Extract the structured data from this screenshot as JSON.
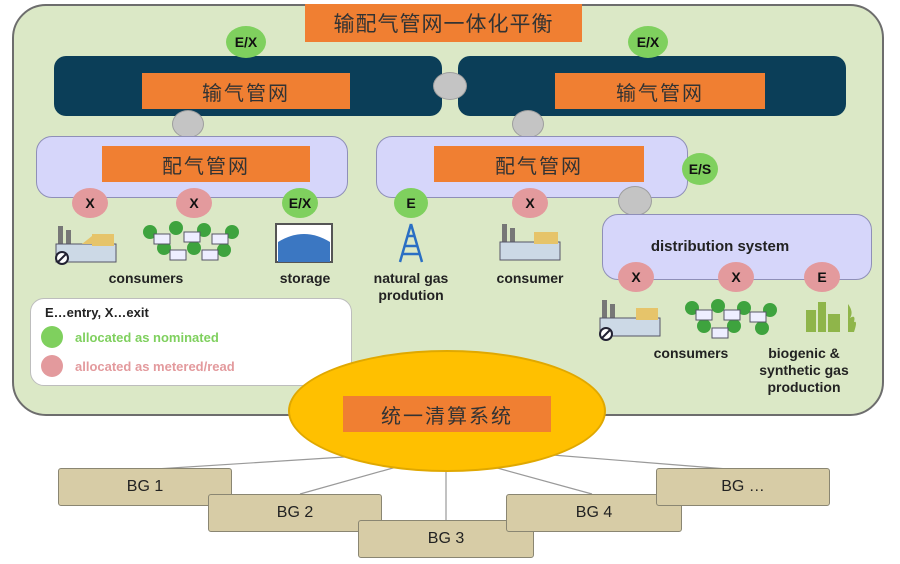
{
  "title": "输配气管网一体化平衡",
  "transmission": {
    "left_label": "输气管网",
    "right_label": "输气管网",
    "ex_left": "E/X",
    "ex_right": "E/X"
  },
  "distribution": {
    "left_label": "配气管网",
    "middle_label": "配气管网",
    "es_label": "E/S",
    "system_label": "distribution system"
  },
  "badges": {
    "x1": "X",
    "x2": "X",
    "ex_storage": "E/X",
    "e_natural": "E",
    "x_consumer": "X",
    "ds_x1": "X",
    "ds_x2": "X",
    "ds_e": "E"
  },
  "labels": {
    "consumers_left": "consumers",
    "storage": "storage",
    "natural_gas": "natural gas\nprodution",
    "consumer_mid": "consumer",
    "consumers_right": "consumers",
    "biogenic": "biogenic &\nsynthetic gas\nproduction"
  },
  "legend": {
    "title": "E…entry, X…exit",
    "nominated": "allocated as nominated",
    "metered": "allocated as metered/read",
    "colors": {
      "nominated": "#7fd05e",
      "metered": "#e39a9d"
    }
  },
  "settlement": "统一清算系统",
  "balance_groups": [
    "BG 1",
    "BG 2",
    "BG 3",
    "BG 4",
    "BG …"
  ]
}
